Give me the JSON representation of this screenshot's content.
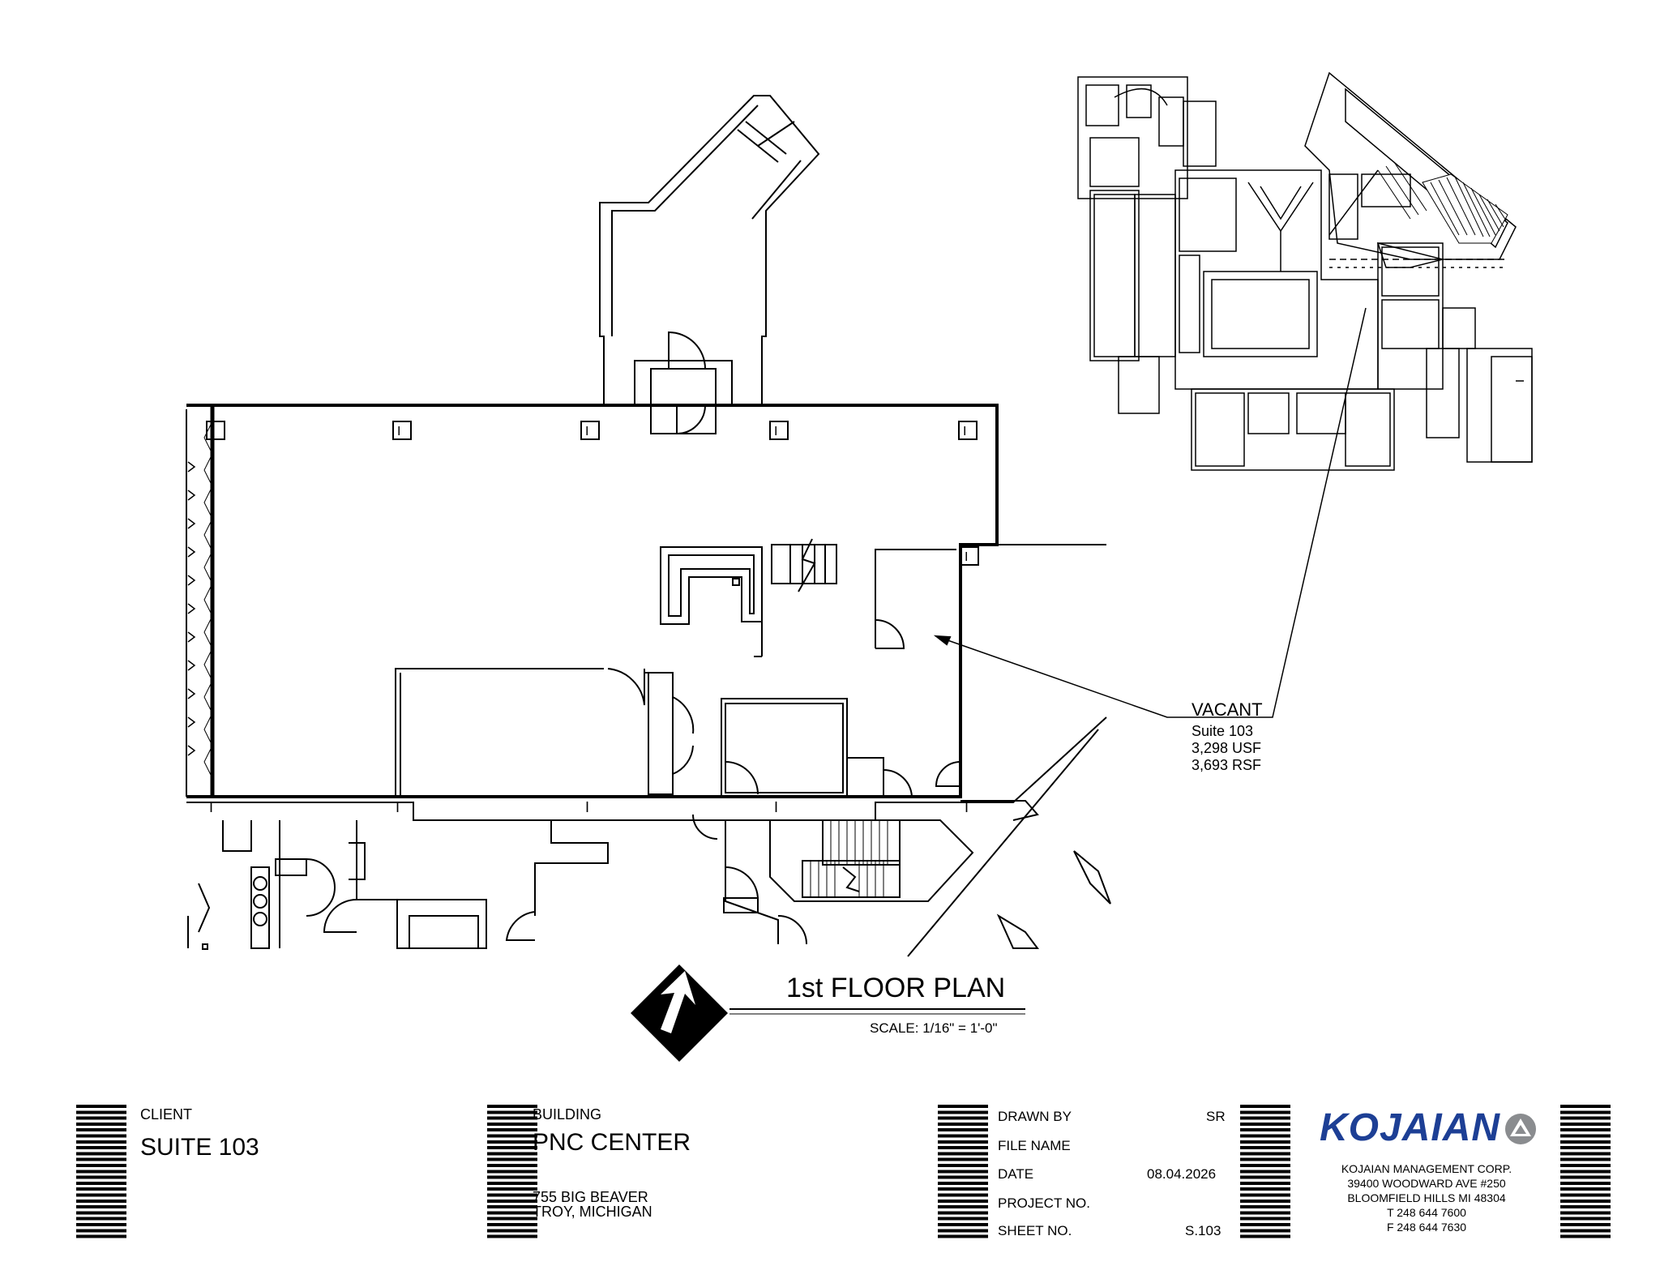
{
  "plan": {
    "title": "1st FLOOR PLAN",
    "scale": "SCALE: 1/16\" = 1'-0\""
  },
  "callout": {
    "status": "VACANT",
    "suite": "Suite 103",
    "usf": "3,298 USF",
    "rsf": "3,693 RSF"
  },
  "title_block": {
    "client_label": "CLIENT",
    "client_value": "SUITE 103",
    "building_label": "BUILDING",
    "building_value": "PNC CENTER",
    "address_line1": "755 BIG BEAVER",
    "address_line2": "TROY, MICHIGAN",
    "drawn_by_label": "DRAWN BY",
    "drawn_by_value": "SR",
    "file_name_label": "FILE NAME",
    "file_name_value": "",
    "date_label": "DATE",
    "date_value": "08.04.2026",
    "project_no_label": "PROJECT NO.",
    "project_no_value": "",
    "sheet_no_label": "SHEET NO.",
    "sheet_no_value": "S.103"
  },
  "company": {
    "logo_text": "KOJAIAN",
    "name": "KOJAIAN MANAGEMENT CORP.",
    "address1": "39400 WOODWARD AVE  #250",
    "address2": "BLOOMFIELD HILLS  MI  48304",
    "phone": "T 248 644 7600",
    "fax": "F 248 644 7630",
    "brand_color": "#1d3f95"
  }
}
